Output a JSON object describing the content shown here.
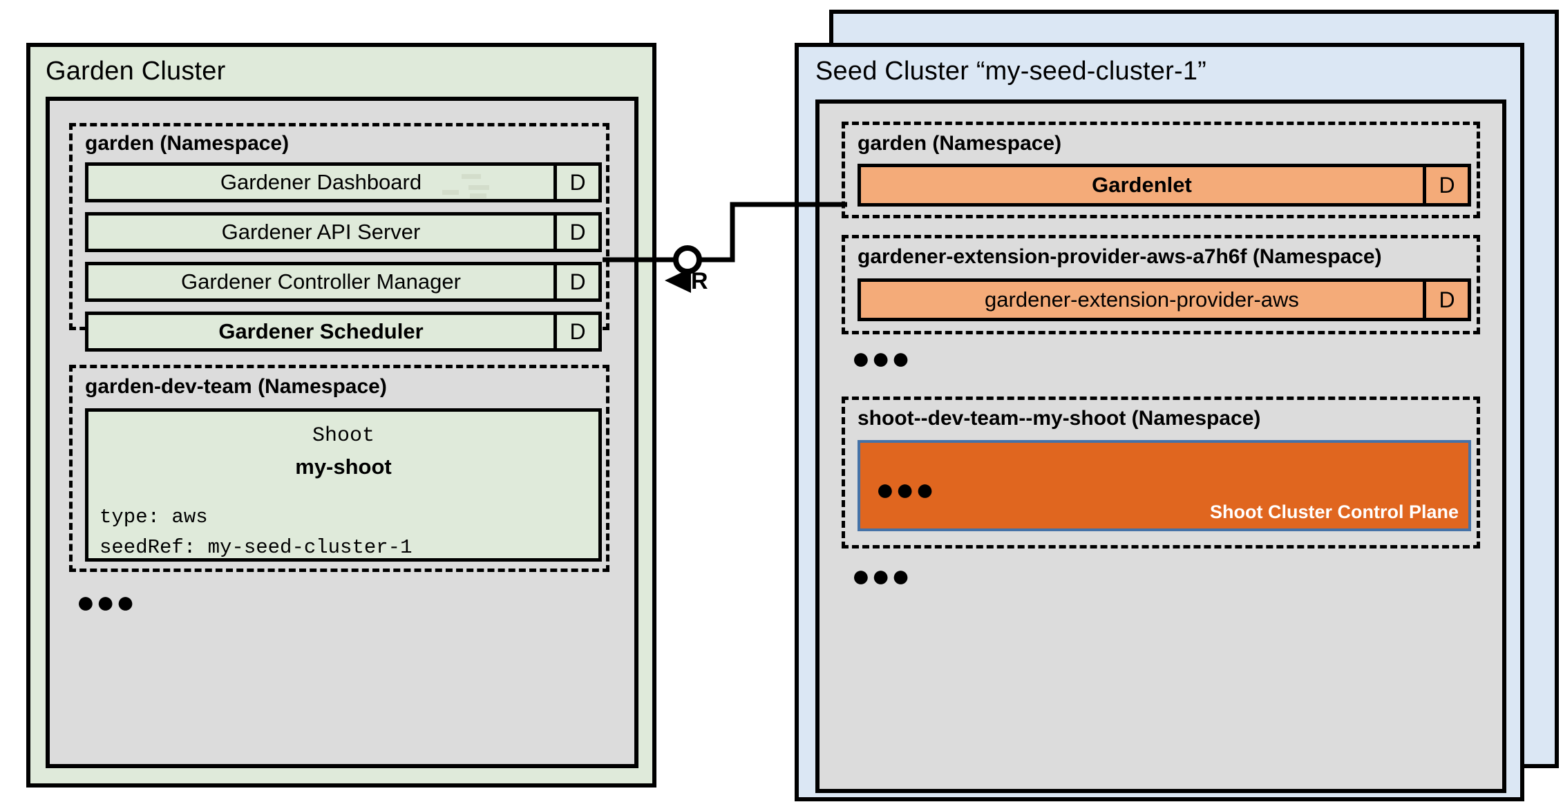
{
  "diagram": {
    "title": "Gardener Garden Cluster and Seed Cluster architecture",
    "colors": {
      "garden_cluster_bg": "#dfeada",
      "seed_cluster_bg": "#dbe7f4",
      "namespace_shell_bg": "#dcdcdc",
      "gardener_component": "#dfeada",
      "seed_component": "#f4ab79",
      "control_plane": "#e0661f",
      "control_plane_border": "#4572a7",
      "stroke": "#000000"
    }
  },
  "garden_cluster": {
    "title": "Garden Cluster",
    "namespaces": [
      {
        "name": "garden (Namespace)",
        "components": [
          {
            "label": "Gardener Dashboard",
            "badge": "D",
            "bold": false
          },
          {
            "label": "Gardener API Server",
            "badge": "D",
            "bold": false
          },
          {
            "label": "Gardener Controller Manager",
            "badge": "D",
            "bold": false
          },
          {
            "label": "Gardener Scheduler",
            "badge": "D",
            "bold": true
          }
        ]
      },
      {
        "name": "garden-dev-team (Namespace)",
        "resource": {
          "kind": "Shoot",
          "name": "my-shoot",
          "spec_lines": [
            "type: aws",
            "seedRef: my-seed-cluster-1"
          ]
        }
      }
    ],
    "more_indicator": "●●●"
  },
  "seed_cluster": {
    "title": "Seed Cluster “my-seed-cluster-1”",
    "namespaces": [
      {
        "name": "garden (Namespace)",
        "components": [
          {
            "label": "Gardenlet",
            "badge": "D",
            "bold": true
          }
        ]
      },
      {
        "name": "gardener-extension-provider-aws-a7h6f (Namespace)",
        "components": [
          {
            "label": "gardener-extension-provider-aws",
            "badge": "D",
            "bold": false
          }
        ]
      },
      {
        "name": "shoot--dev-team--my-shoot (Namespace)",
        "control_plane": {
          "label": "Shoot Cluster Control Plane",
          "more_indicator": "●●●"
        }
      }
    ],
    "more_indicator_middle": "●●●",
    "more_indicator_bottom": "●●●"
  },
  "connector": {
    "label": "R",
    "from": "Gardener API Server",
    "to": "Gardenlet"
  }
}
